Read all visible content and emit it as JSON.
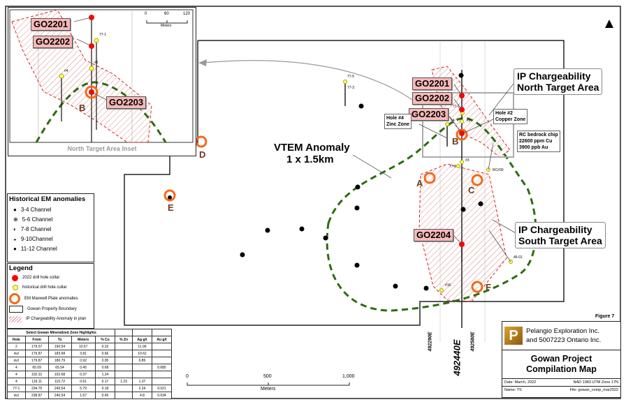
{
  "inset": {
    "title": "North Target Area Inset",
    "scale_ticks": [
      "0",
      "60",
      "120"
    ],
    "scale_unit": "Meters",
    "holes": [
      "GO2201",
      "GO2202",
      "GO2203"
    ],
    "hist_labels": [
      "77-1",
      "#2",
      "#4"
    ],
    "em_label": "B"
  },
  "map": {
    "drill_labels": [
      "GO2201",
      "GO2202",
      "GO2203",
      "GO2204"
    ],
    "north_area": "IP Chargeability\nNorth Target Area",
    "south_area": "IP Chargeability\nSouth Target Area",
    "hole4": "Hole #4\nZinc Zone",
    "hole2": "Hole #2\nCopper Zone",
    "rc": "RC bedrock chip\n22600 ppm Cu\n3900 ppb Au",
    "vtem_1": "VTEM Anomaly",
    "vtem_2": "1 x 1.5km",
    "em_labels": [
      "A",
      "B",
      "C",
      "D",
      "E",
      "F"
    ],
    "hist_labels": [
      "77-5",
      "77-3",
      "77-1",
      "#2",
      "#4",
      "77-2",
      "#3",
      "RC#30",
      "46-01",
      "#16"
    ],
    "eastings": [
      "492290E",
      "492440E",
      "492580E"
    ],
    "scale_ticks": [
      "0",
      "500",
      "1,000"
    ],
    "scale_unit": "Meters",
    "figure": "Figure 7"
  },
  "em_legend": {
    "title": "Historical EM anomalies",
    "items": [
      "3-4 Channel",
      "5-6 Channel",
      "7-8 Channel",
      "9-10Channel",
      "11-12 Channel"
    ]
  },
  "legend": {
    "title": "Legend",
    "items": [
      "2022 drill hole collar",
      "historical drill hole collar",
      "EM Maxwell Plate anomalies",
      "Gowan Property Boundary",
      "IP Chargeability Anomaly in plan"
    ]
  },
  "table": {
    "title": "Select Gowan Mineralized Zone Highlights",
    "headers": [
      "Hole",
      "From",
      "To",
      "Meters",
      "% Cu",
      "% Zn",
      "Ag g/t",
      "Au g/t"
    ],
    "rows": [
      [
        "2",
        "179.57",
        "190.54",
        "10.57",
        "0.32",
        "",
        "11.99",
        ""
      ],
      [
        "incl",
        "179.87",
        "183.68",
        "3.81",
        "0.66",
        "",
        "10.62",
        ""
      ],
      [
        "incl",
        "179.87",
        "180.79",
        "0.92",
        "0.95",
        "",
        "6.85",
        ""
      ],
      [
        "4",
        "65.09",
        "65.54",
        "0.45",
        "0.68",
        "",
        "",
        "0.685"
      ],
      [
        "4",
        "102.31",
        "102.68",
        "0.37",
        "1.24",
        "",
        "",
        ""
      ],
      [
        "4",
        "119.11",
        "119.72",
        "0.61",
        "0.17",
        "1.23",
        "1.37",
        ""
      ],
      [
        "77-1",
        "234.75",
        "240.54",
        "5.79",
        "0.18",
        "",
        "2.24",
        "0.021"
      ],
      [
        "incl",
        "238.87",
        "240.54",
        "1.67",
        "0.45",
        "",
        "4.8",
        "0.034"
      ]
    ]
  },
  "title_block": {
    "company_1": "Pelangio Exploration Inc.",
    "company_2": "and 5007223 Ontario Inc.",
    "title_1": "Gowan Project",
    "title_2": "Compilation Map",
    "date": "Date: March, 2022",
    "datum": "NAD 1983 UTM Zone 17N",
    "name": "Name: TS",
    "file": "File: gowan_comp_mar2022"
  },
  "colors": {
    "drill": "#ff0000",
    "em": "#f26a1b",
    "vtem": "#2e6b12",
    "hatch": "#d42020",
    "label_bg": "#f8b9b9"
  }
}
